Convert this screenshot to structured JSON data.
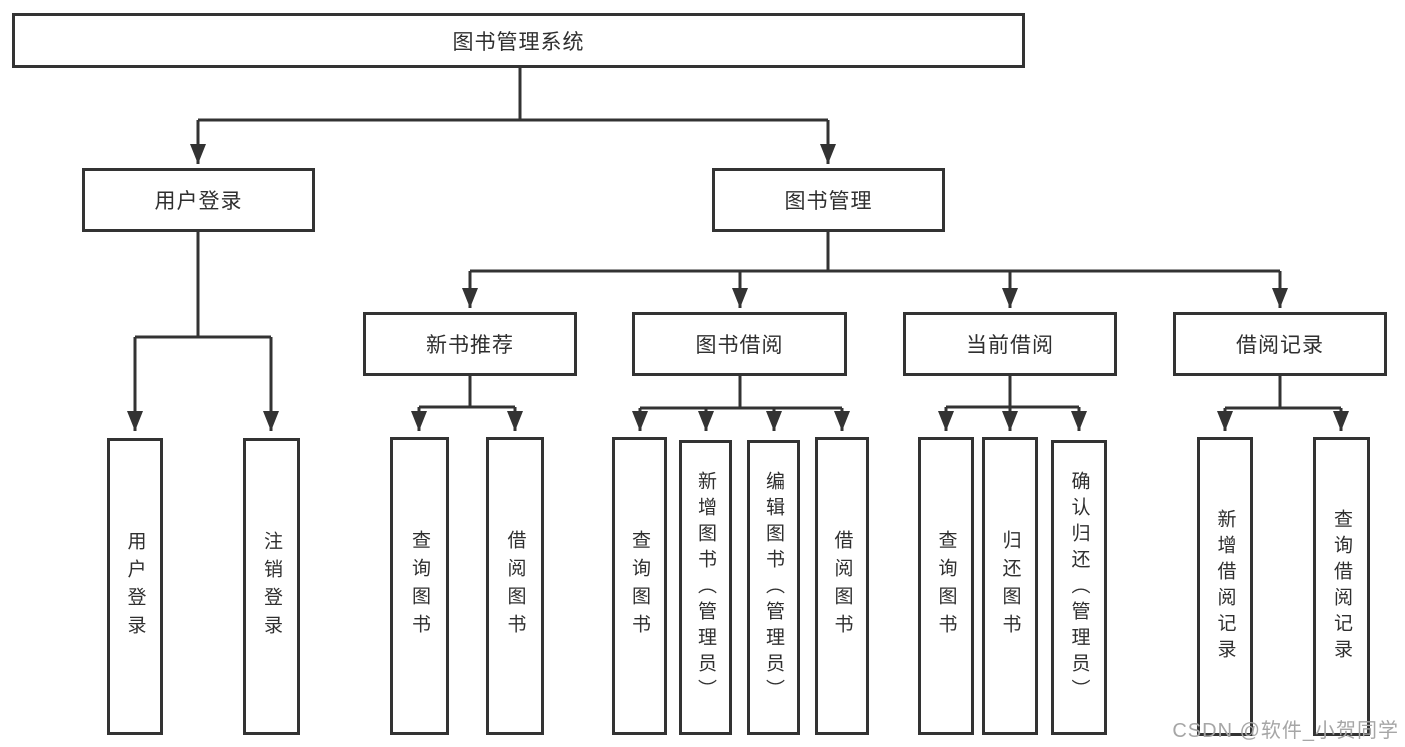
{
  "tree": {
    "root": {
      "label": "图书管理系统"
    },
    "children": [
      {
        "label": "用户登录",
        "children": [
          {
            "label": "用户登录"
          },
          {
            "label": "注销登录"
          }
        ]
      },
      {
        "label": "图书管理",
        "children": [
          {
            "label": "新书推荐",
            "children": [
              {
                "label": "查询图书"
              },
              {
                "label": "借阅图书"
              }
            ]
          },
          {
            "label": "图书借阅",
            "children": [
              {
                "label": "查询图书"
              },
              {
                "label": "新增图书（管理员）"
              },
              {
                "label": "编辑图书（管理员）"
              },
              {
                "label": "借阅图书"
              }
            ]
          },
          {
            "label": "当前借阅",
            "children": [
              {
                "label": "查询图书"
              },
              {
                "label": "归还图书"
              },
              {
                "label": "确认归还（管理员）"
              }
            ]
          },
          {
            "label": "借阅记录",
            "children": [
              {
                "label": "新增借阅记录"
              },
              {
                "label": "查询借阅记录"
              }
            ]
          }
        ]
      }
    ]
  },
  "watermark": {
    "text": "CSDN @软件_小贺同学"
  },
  "colors": {
    "line": "#333333",
    "box_border": "#333333",
    "text": "#2f2f2f",
    "watermark": "#a6a6a6",
    "background": "#ffffff"
  }
}
